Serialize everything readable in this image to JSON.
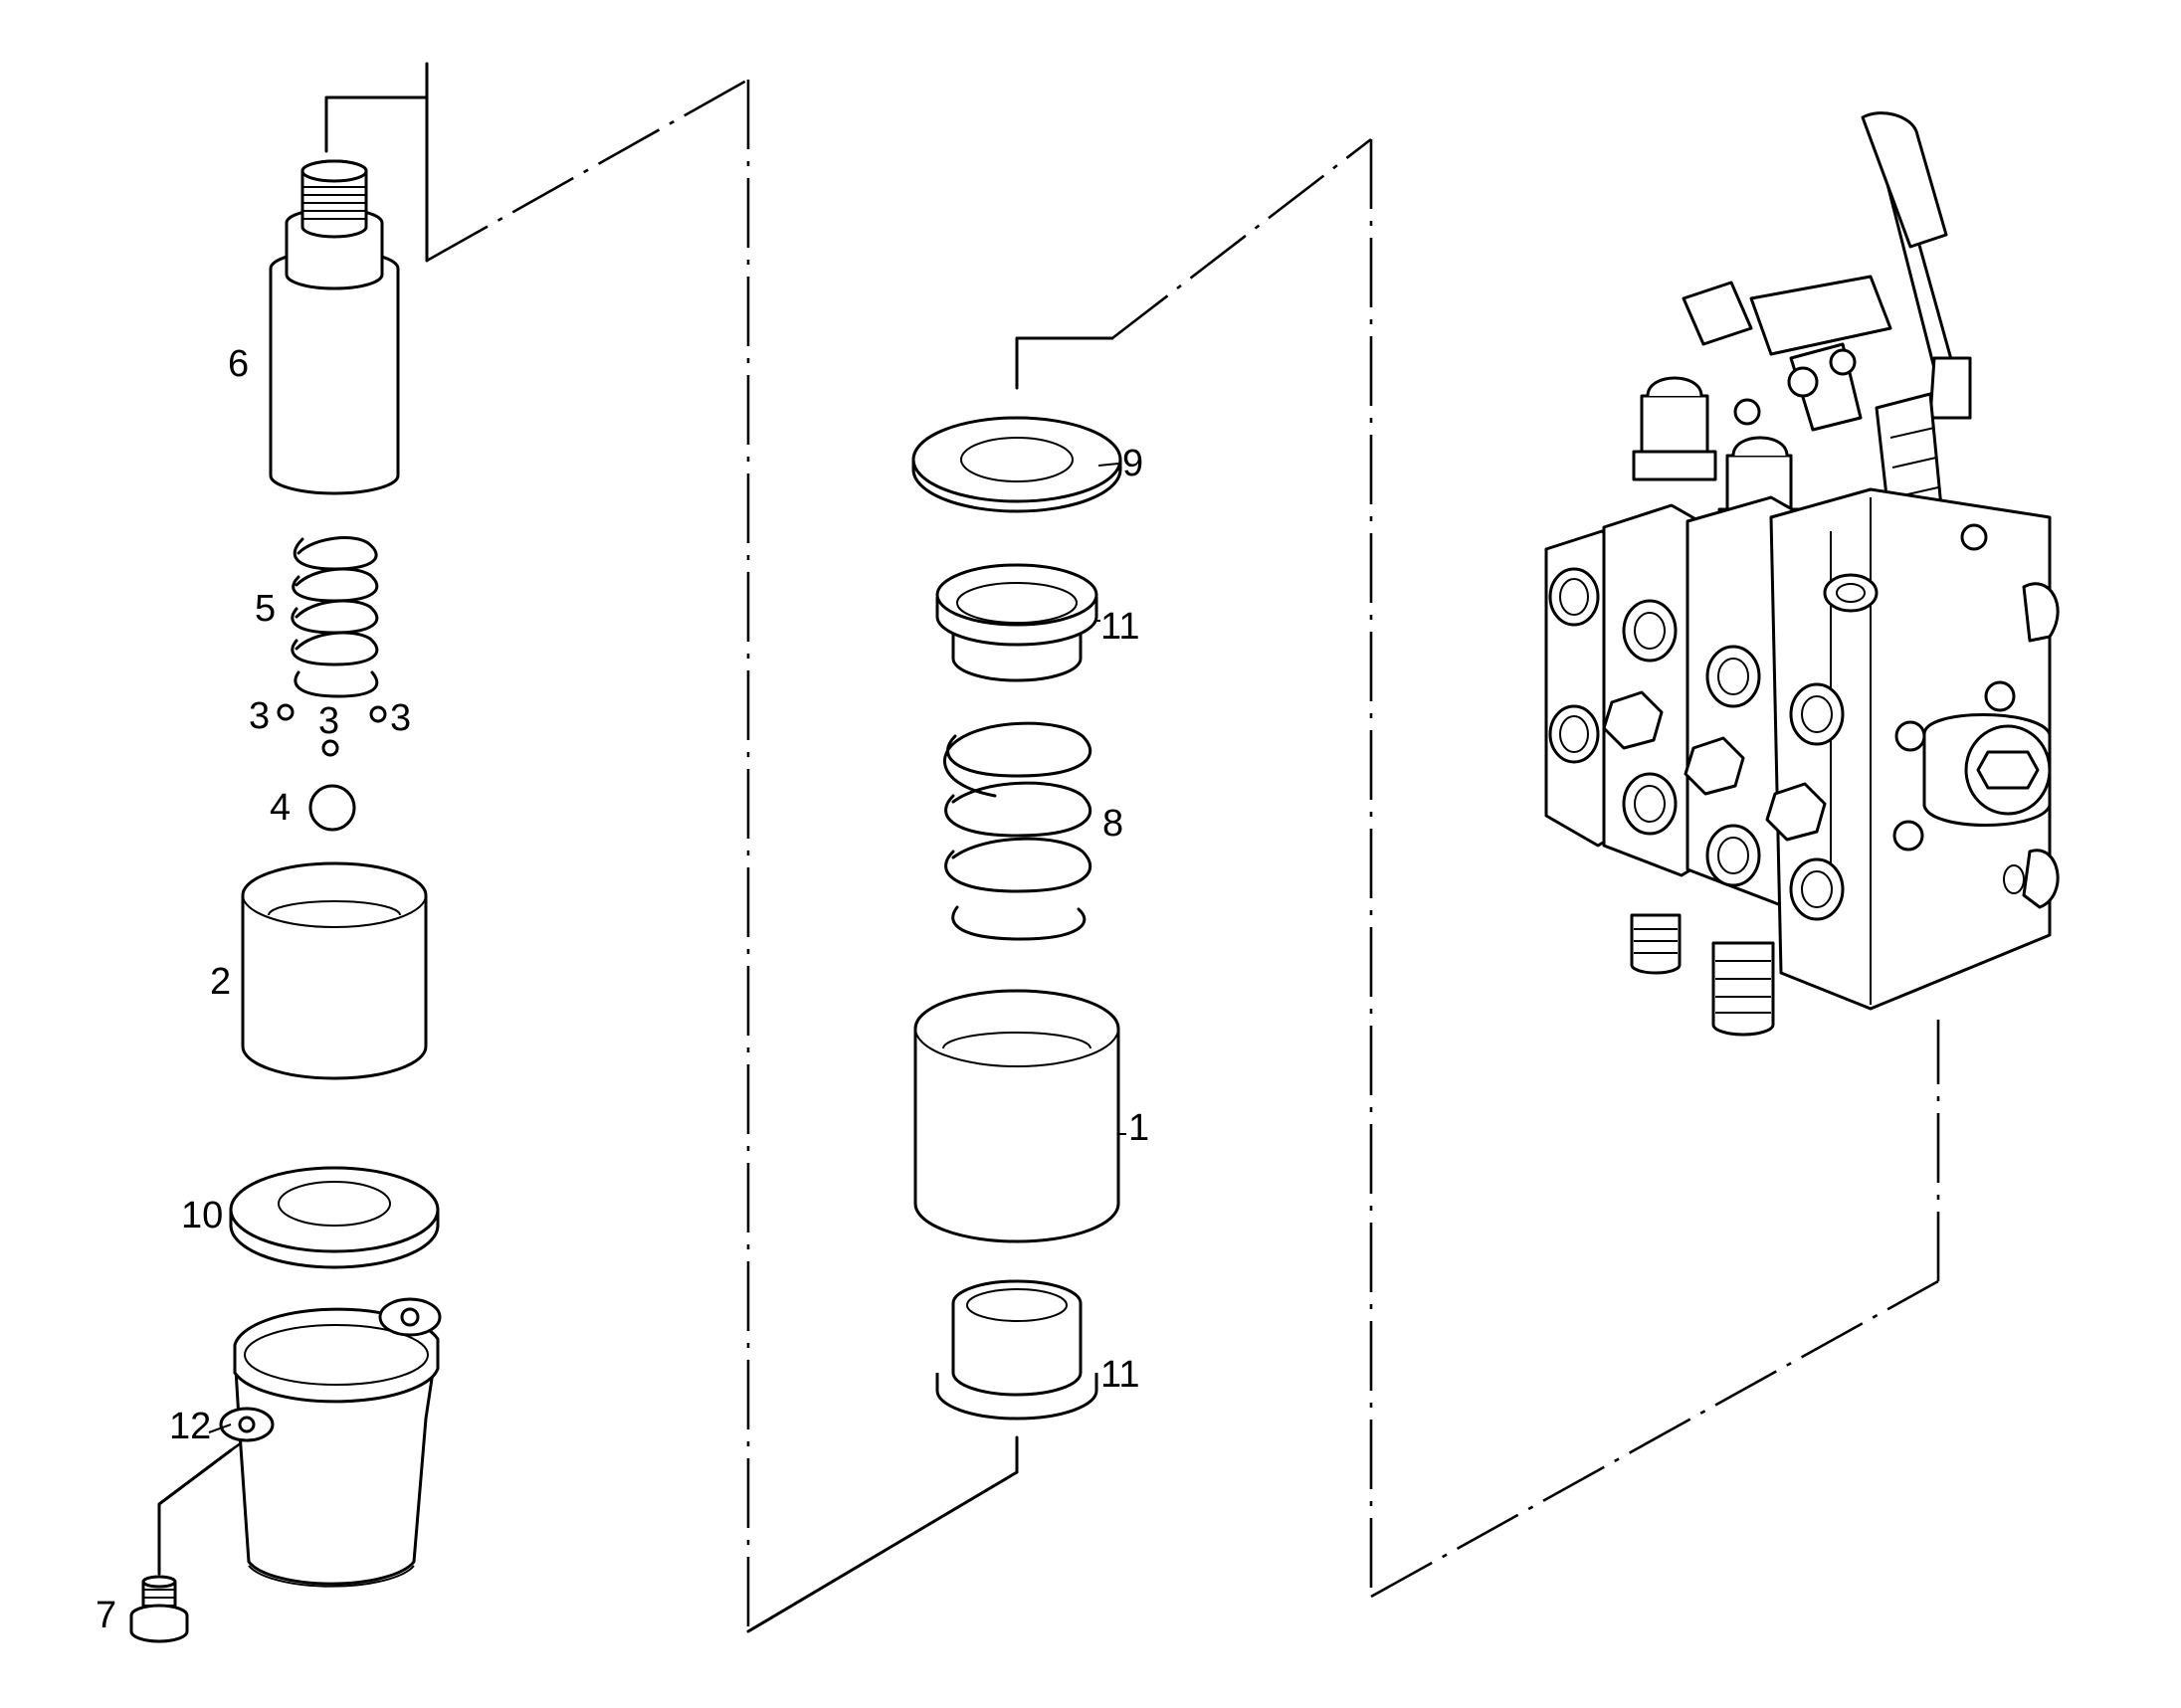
{
  "callouts": {
    "c1": "1",
    "c2": "2",
    "c3a": "3",
    "c3b": "3",
    "c3c": "3",
    "c4": "4",
    "c5": "5",
    "c6": "6",
    "c7": "7",
    "c8": "8",
    "c9": "9",
    "c10": "10",
    "c11a": "11",
    "c11b": "11",
    "c12": "12"
  }
}
